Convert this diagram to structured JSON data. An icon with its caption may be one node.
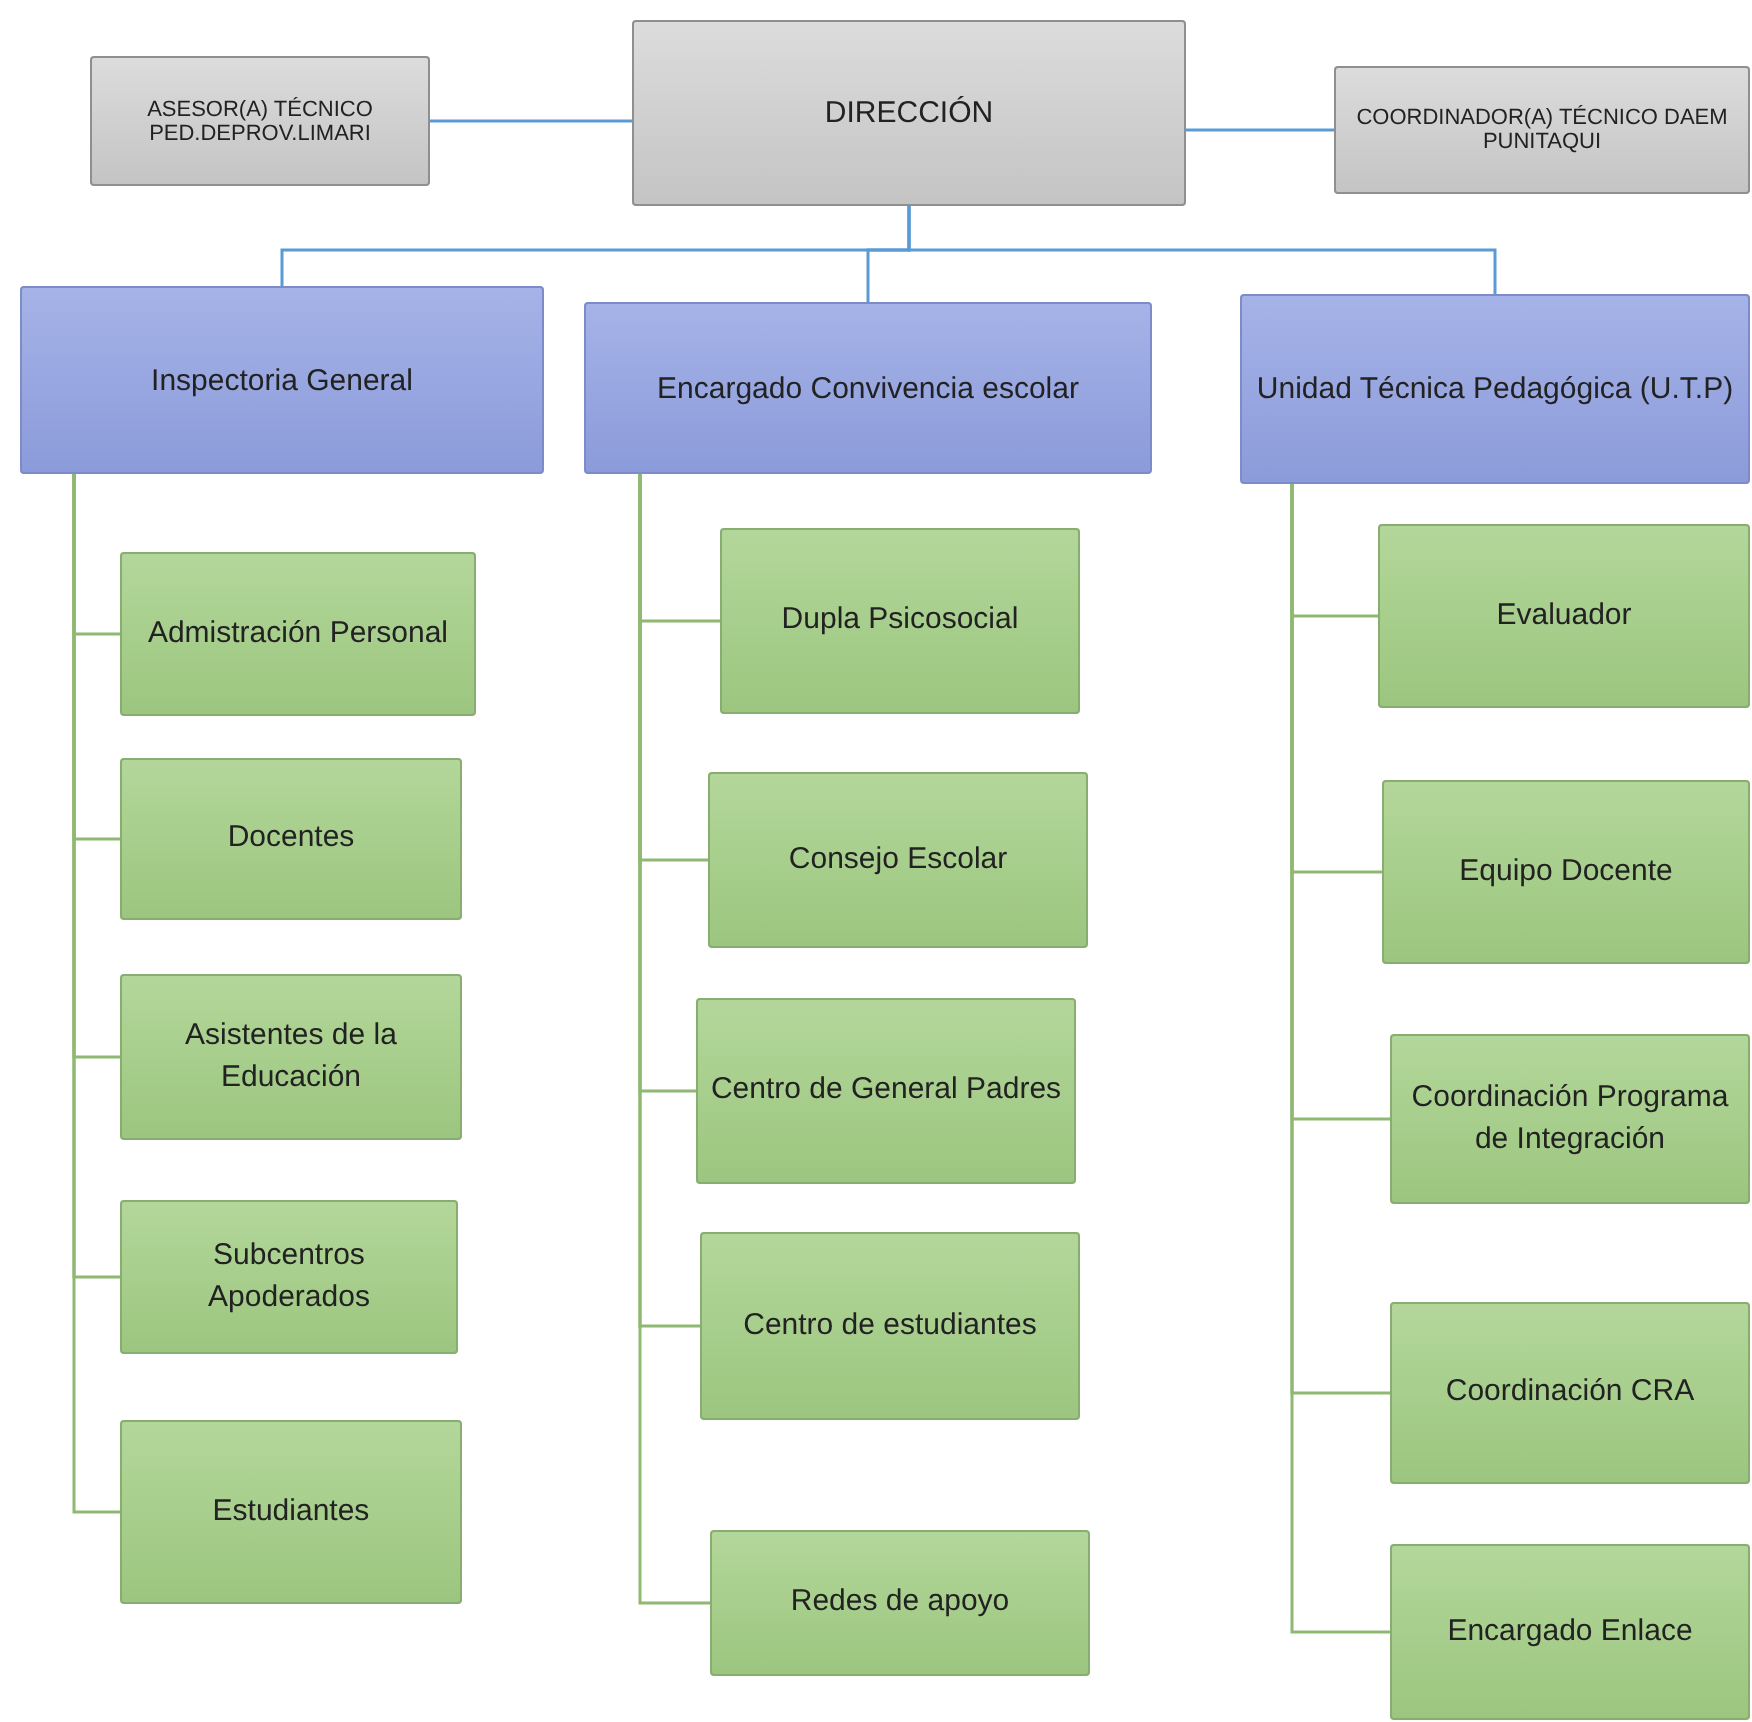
{
  "diagram": {
    "nodes": [
      {
        "text": [
          "DIRECCIÓN"
        ]
      },
      {
        "text": [
          "ASESOR(A) TÉCNICO PED.DEPROV.LIMARI"
        ]
      },
      {
        "text": [
          "COORDINADOR(A) TÉCNICO DAEM PUNITAQUI"
        ]
      },
      {
        "text": [
          "Inspectoria General"
        ]
      },
      {
        "text": [
          "Encargado Convivencia escolar"
        ]
      },
      {
        "text": [
          "Unidad Técnica Pedagógica (U.T.P)"
        ]
      },
      {
        "text": [
          "Admistración Personal"
        ]
      },
      {
        "text": [
          "Docentes"
        ]
      },
      {
        "text": [
          "Asistentes de la Educación"
        ]
      },
      {
        "text": [
          "Subcentros Apoderados"
        ]
      },
      {
        "text": [
          "Estudiantes"
        ]
      },
      {
        "text": [
          "Dupla Psicosocial"
        ]
      },
      {
        "text": [
          "Consejo Escolar"
        ]
      },
      {
        "text": [
          "Centro de General Padres"
        ]
      },
      {
        "text": [
          "Centro de estudiantes"
        ]
      },
      {
        "text": [
          "Redes de apoyo"
        ]
      },
      {
        "text": [
          "Evaluador"
        ]
      },
      {
        "text": [
          "Equipo Docente"
        ]
      },
      {
        "text": [
          "Coordinación Programa de Integración"
        ]
      },
      {
        "text": [
          "Coordinación CRA"
        ]
      },
      {
        "text": [
          "Encargado Enlace"
        ]
      }
    ],
    "edges": [
      {
        "from": 0,
        "to": 1,
        "arrow": "none",
        "color": "#5b9bd5"
      },
      {
        "from": 0,
        "to": 2,
        "arrow": "none",
        "color": "#5b9bd5"
      },
      {
        "from": 0,
        "to": 3,
        "arrow": "none",
        "color": "#5b9bd5"
      },
      {
        "from": 0,
        "to": 4,
        "arrow": "none",
        "color": "#5b9bd5"
      },
      {
        "from": 0,
        "to": 5,
        "arrow": "none",
        "color": "#5b9bd5"
      },
      {
        "from": 3,
        "to": 6,
        "arrow": "none"
      },
      {
        "from": 3,
        "to": 7,
        "arrow": "none"
      },
      {
        "from": 3,
        "to": 8,
        "arrow": "none"
      },
      {
        "from": 3,
        "to": 9,
        "arrow": "none"
      },
      {
        "from": 3,
        "to": 10,
        "arrow": "none"
      },
      {
        "from": 4,
        "to": 11,
        "arrow": "none"
      },
      {
        "from": 4,
        "to": 12,
        "arrow": "none"
      },
      {
        "from": 4,
        "to": 13,
        "arrow": "none"
      },
      {
        "from": 4,
        "to": 14,
        "arrow": "none"
      },
      {
        "from": 4,
        "to": 15,
        "arrow": "none"
      },
      {
        "from": 5,
        "to": 16,
        "arrow": "none"
      },
      {
        "from": 5,
        "to": 17,
        "arrow": "none"
      },
      {
        "from": 5,
        "to": 18,
        "arrow": "none"
      },
      {
        "from": 5,
        "to": 19,
        "arrow": "none"
      },
      {
        "from": 5,
        "to": 20,
        "arrow": "none"
      }
    ]
  }
}
